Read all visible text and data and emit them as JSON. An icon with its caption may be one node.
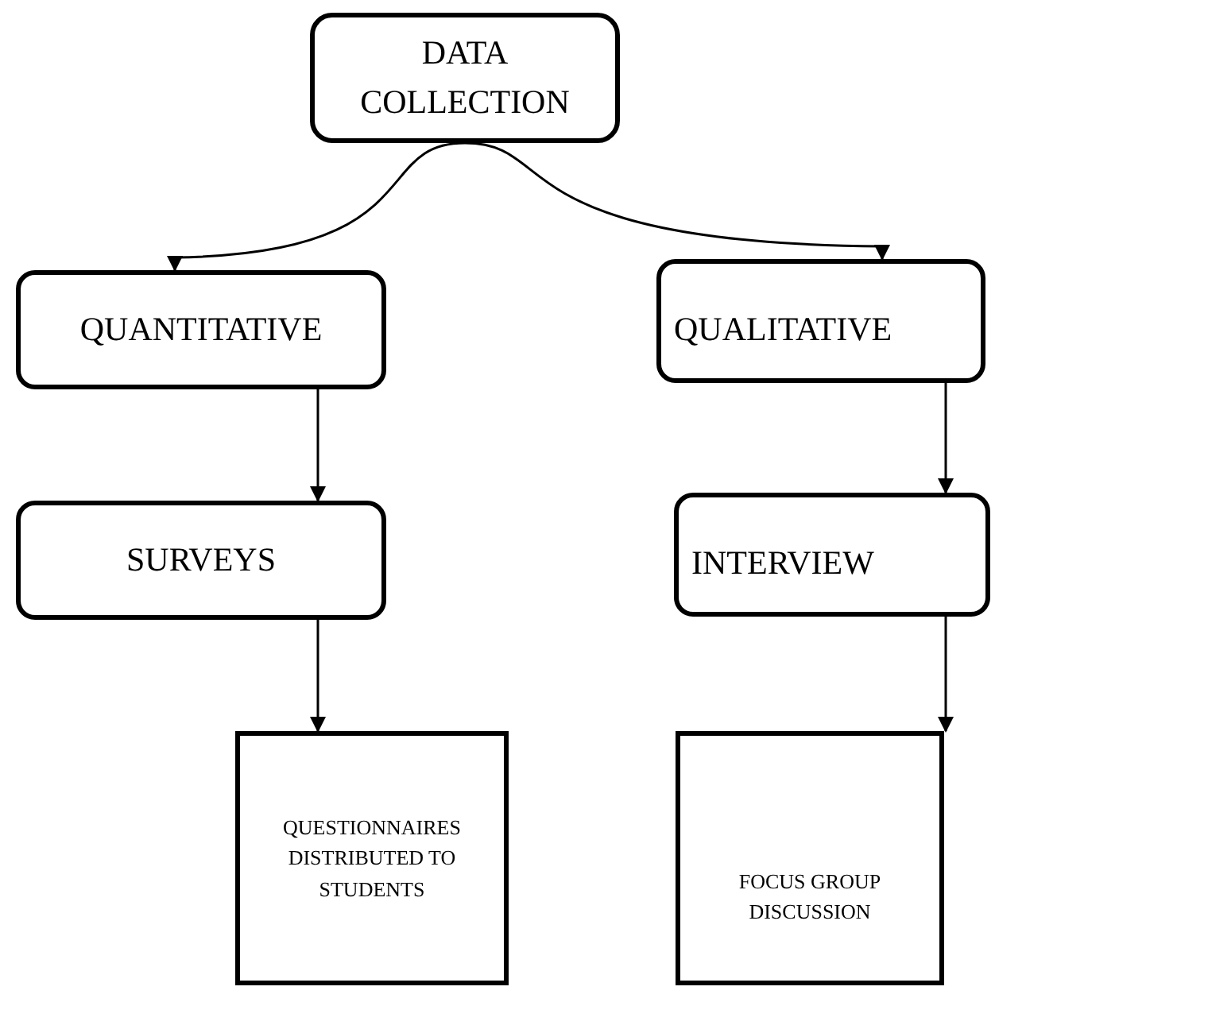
{
  "diagram": {
    "nodes": [
      {
        "text": [
          "DATA COLLECTION"
        ]
      },
      {
        "text": [
          "QUANTITATIVE"
        ]
      },
      {
        "text": [
          "QUALITATIVE"
        ]
      },
      {
        "text": [
          "SURVEYS"
        ]
      },
      {
        "text": [
          "INTERVIEW"
        ]
      },
      {
        "text": [
          "QUESTIONNAIRES DISTRIBUTED TO STUDENTS"
        ]
      },
      {
        "text": [
          "FOCUS GROUP DISCUSSION"
        ]
      }
    ],
    "edges": [
      {
        "from": 0,
        "to": 1,
        "arrow": "to"
      },
      {
        "from": 0,
        "to": 2,
        "arrow": "to"
      },
      {
        "from": 1,
        "to": 3,
        "arrow": "to"
      },
      {
        "from": 2,
        "to": 4,
        "arrow": "to"
      },
      {
        "from": 3,
        "to": 5,
        "arrow": "to"
      },
      {
        "from": 4,
        "to": 6,
        "arrow": "to"
      }
    ]
  }
}
